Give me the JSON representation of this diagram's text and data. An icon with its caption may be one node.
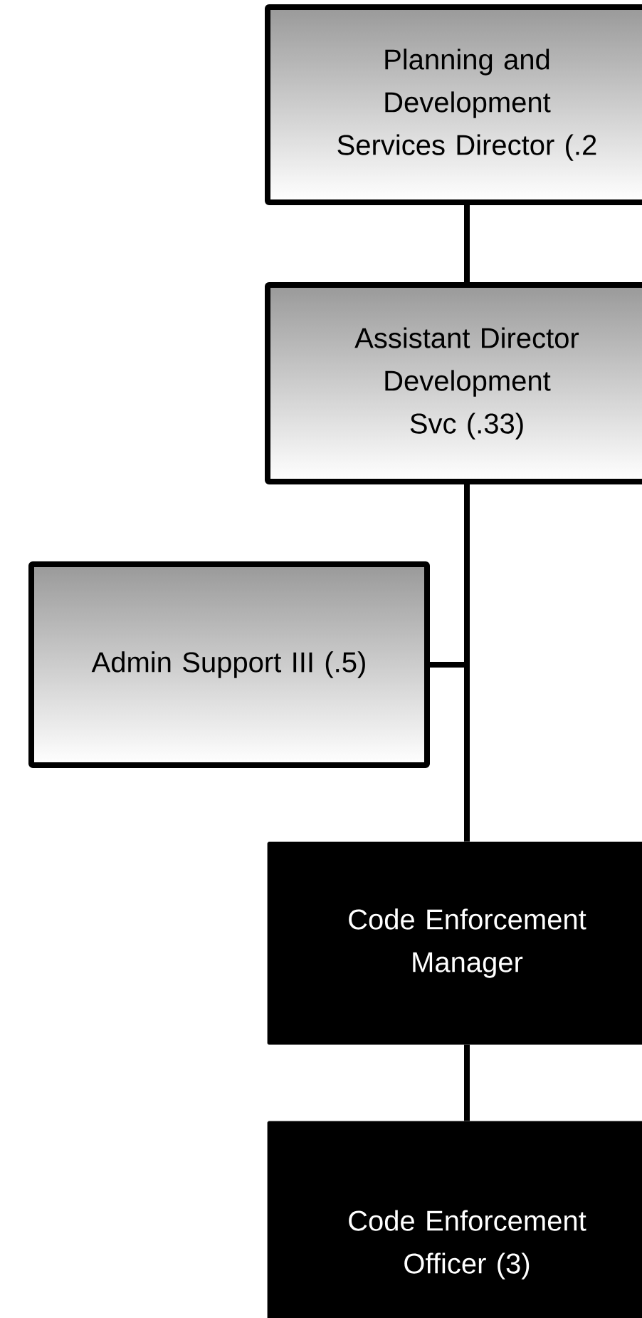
{
  "diagram": {
    "nodes": [
      {
        "text": [
          "Planning and Development Services Director (.2"
        ]
      },
      {
        "text": [
          "Assistant Director Development Svc (.33)"
        ]
      },
      {
        "text": [
          "Admin Support III (.5)"
        ]
      },
      {
        "text": [
          "Code Enforcement Manager"
        ]
      },
      {
        "text": [
          "Code Enforcement Officer (3)"
        ]
      }
    ],
    "edges": [
      {
        "from": 0,
        "to": 1,
        "arrow": "none"
      },
      {
        "from": 1,
        "to": 2,
        "arrow": "none"
      },
      {
        "from": 1,
        "to": 3,
        "arrow": "none"
      },
      {
        "from": 3,
        "to": 4,
        "arrow": "none"
      }
    ]
  }
}
